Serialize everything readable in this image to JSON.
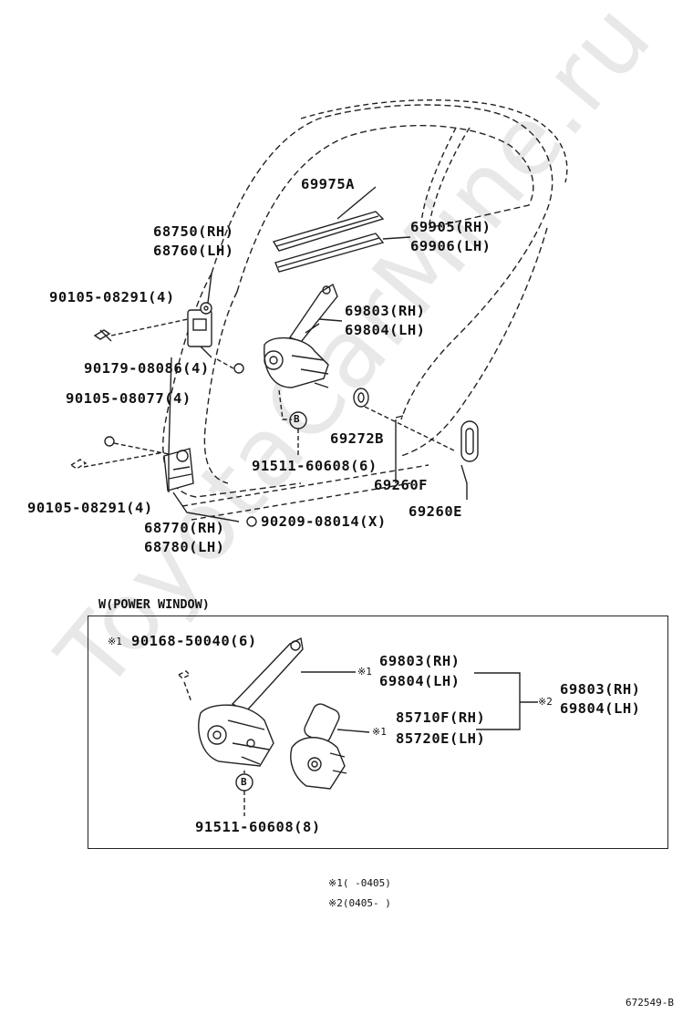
{
  "watermark": "ToyotaCarMine.ru",
  "upper": {
    "p69975A": "69975A",
    "p68750": "68750(RH)",
    "p68760": "68760(LH)",
    "p69905": "69905(RH)",
    "p69906": "69906(LH)",
    "p90105a": "90105-08291(4)",
    "p69803": "69803(RH)",
    "p69804": "69804(LH)",
    "p90179": "90179-08086(4)",
    "p90105b": "90105-08077(4)",
    "pB": "B",
    "p69272B": "69272B",
    "p91511": "91511-60608(6)",
    "p69260F": "69260F",
    "p90105c": "90105-08291(4)",
    "p69260E": "69260E",
    "p90209": "90209-08014(X)",
    "p68770": "68770(RH)",
    "p68780": "68780(LH)"
  },
  "power_window": {
    "header": "W(POWER WINDOW)",
    "mark1": "※1",
    "mark2": "※2",
    "p90168": "90168-50040(6)",
    "p69803": "69803(RH)",
    "p69804": "69804(LH)",
    "p69803b": "69803(RH)",
    "p69804b": "69804(LH)",
    "p85710F": "85710F(RH)",
    "p85720E": "85720E(LH)",
    "pB": "B",
    "p91511": "91511-60608(8)"
  },
  "notes": {
    "note1": "※1(      -0405)",
    "note2": "※2(0405-      )"
  },
  "diagram_id": "672549-B"
}
